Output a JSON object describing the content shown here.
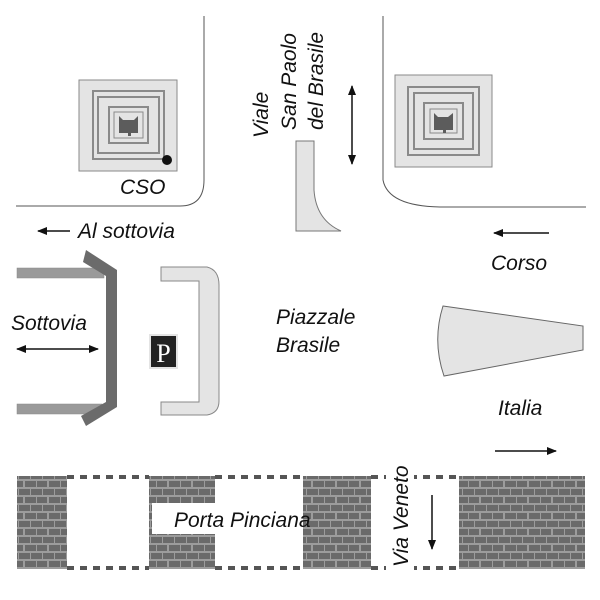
{
  "map": {
    "title": "Piazzale Brasile",
    "labels": {
      "cso": "CSO",
      "al_sottovia": "Al sottovia",
      "viale_line1": "Viale",
      "viale_line2": "San Paolo",
      "viale_line3": "del Brasile",
      "corso": "Corso",
      "italia": "Italia",
      "sottovia": "Sottovia",
      "piazzale": "Piazzale",
      "brasile": "Brasile",
      "porta_pinciana": "Porta Pinciana",
      "via_veneto": "Via Veneto",
      "parking": "P"
    },
    "colors": {
      "light_fill": "#e4e4e4",
      "mid_gray": "#9a9a9a",
      "dark_gray": "#6b6b6b",
      "brick": "#6a6a6a",
      "mortar": "#9c9c9c",
      "line": "#555555"
    },
    "legend": {
      "cso_marker": "black-dot-marker",
      "parking_icon": "parking-icon"
    }
  }
}
